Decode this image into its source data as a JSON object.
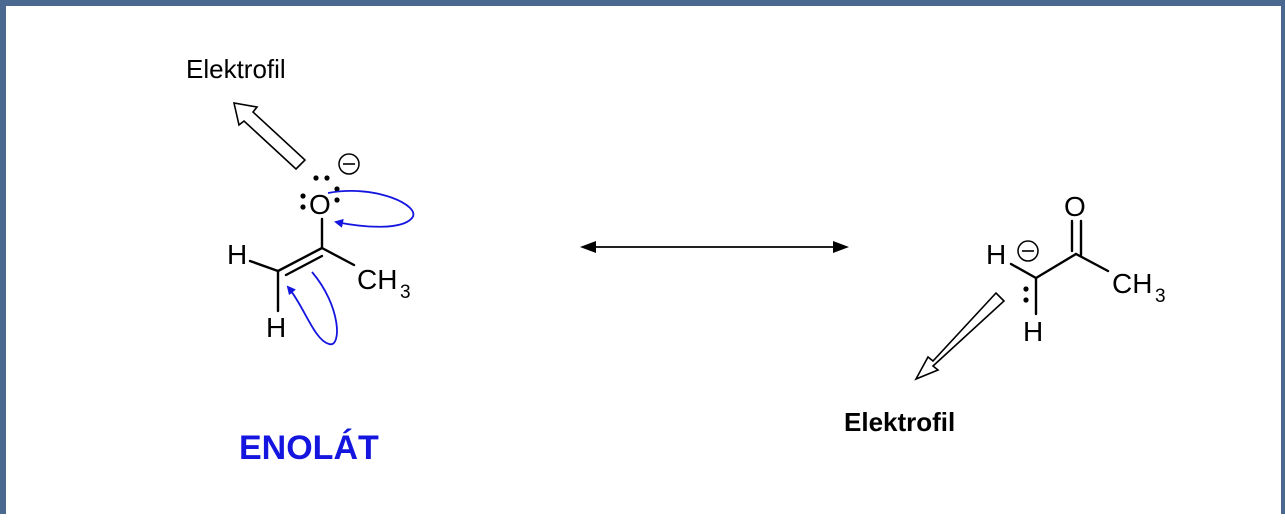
{
  "left": {
    "electrophile_label": "Elektrofil",
    "atoms": {
      "oxygen": "O",
      "h_top": "H",
      "h_bottom": "H",
      "methyl": "CH",
      "methyl_sub": "3"
    },
    "charge_symbol": "−",
    "caption": "ENOLÁT"
  },
  "right": {
    "electrophile_label": "Elektrofil",
    "atoms": {
      "oxygen": "O",
      "h_top": "H",
      "h_bottom": "H",
      "methyl": "CH",
      "methyl_sub": "3"
    },
    "charge_symbol": "−"
  },
  "colors": {
    "frame": "#4a6890",
    "curved_arrows": "#1515e0",
    "caption": "#1515e0"
  }
}
